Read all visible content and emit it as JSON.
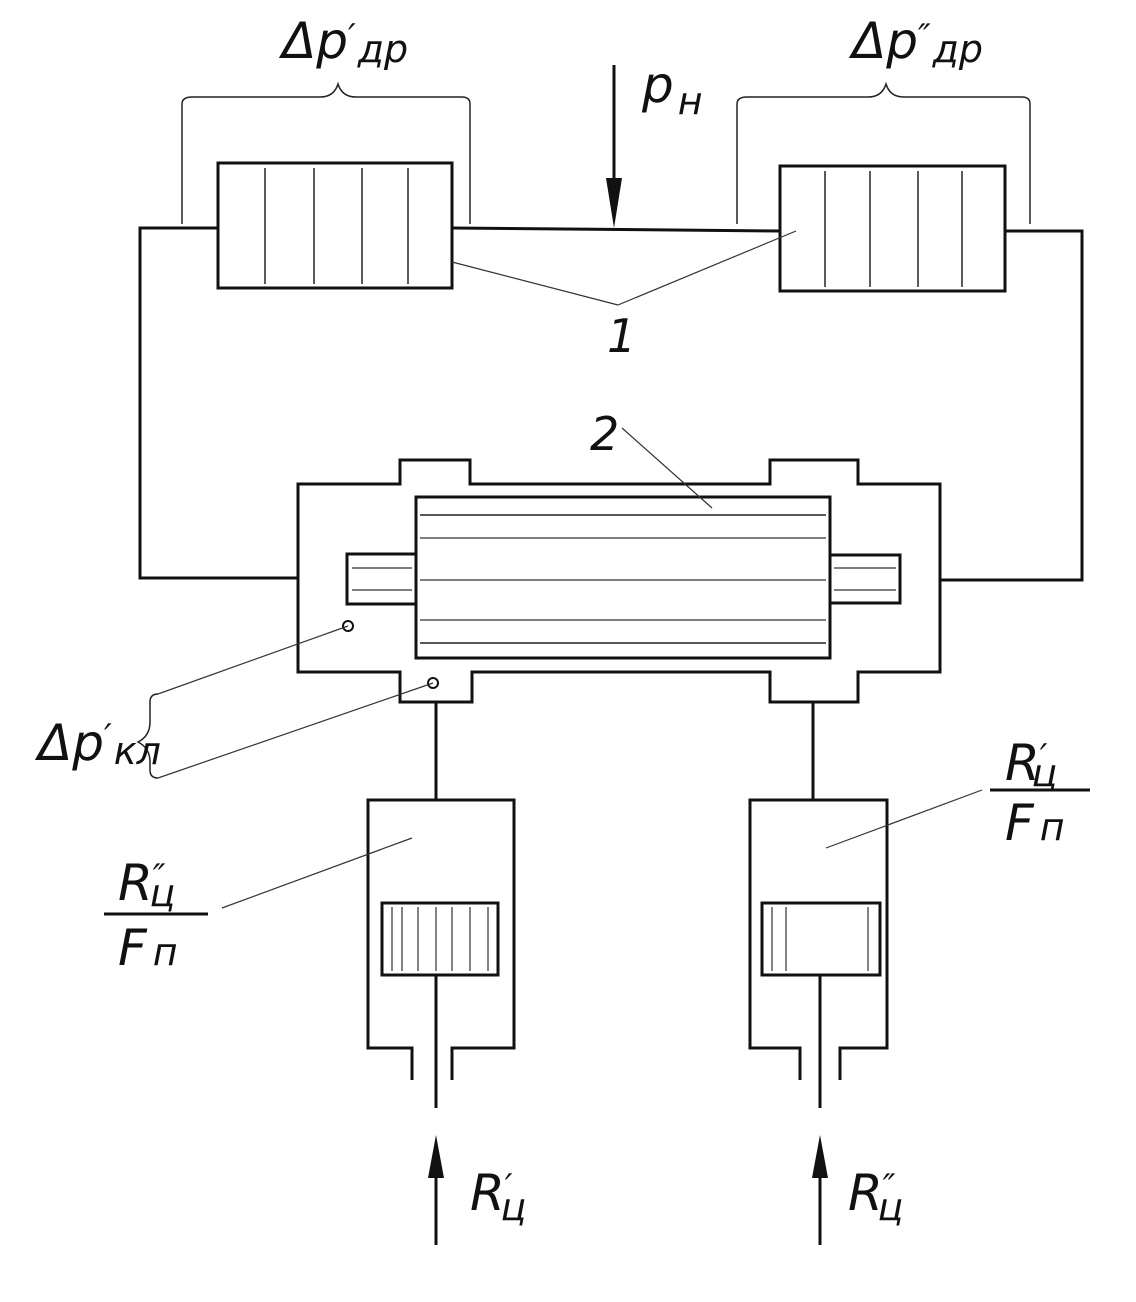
{
  "labels": {
    "throttle_left": {
      "base": "Δp",
      "prime": "′",
      "sub": "др"
    },
    "throttle_right": {
      "base": "Δp",
      "prime": "″",
      "sub": "др"
    },
    "supply_pressure": {
      "base": "p",
      "sub": "н"
    },
    "throttle_number": "1",
    "spool_number": "2",
    "valve_drop": {
      "base": "Δp",
      "prime": "′",
      "sub": "кл"
    },
    "left_cyl_ratio": {
      "num_base": "R",
      "num_prime": "″",
      "num_sub": "ц",
      "den_base": "F",
      "den_sub": "п"
    },
    "right_cyl_ratio": {
      "num_base": "R",
      "num_prime": "′",
      "num_sub": "ц",
      "den_base": "F",
      "den_sub": "п"
    },
    "left_load": {
      "base": "R",
      "prime": "′",
      "sub": "ц"
    },
    "right_load": {
      "base": "R",
      "prime": "″",
      "sub": "ц"
    }
  }
}
